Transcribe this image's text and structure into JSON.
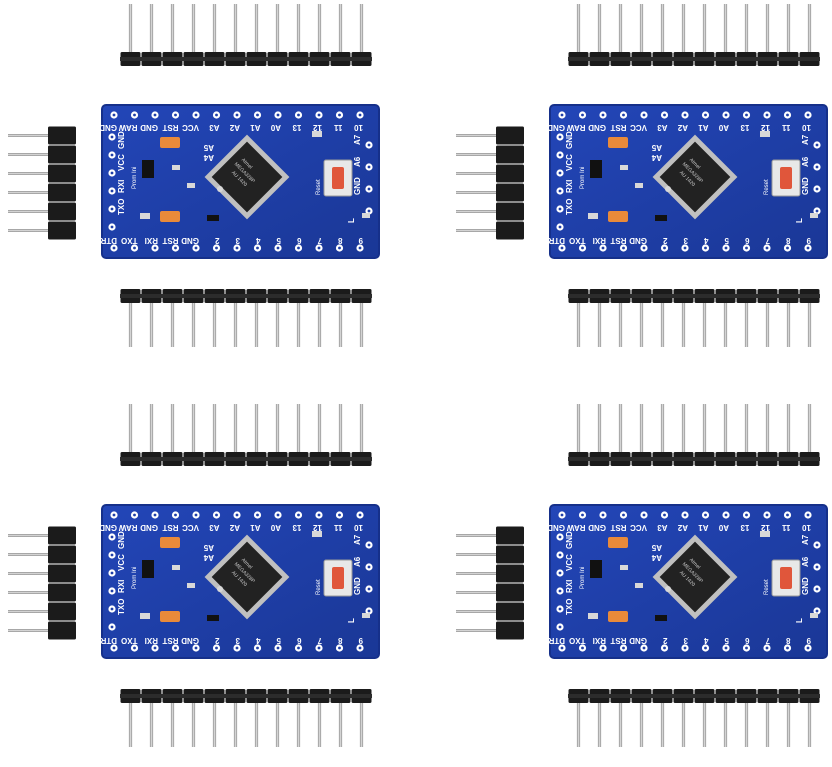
{
  "image": {
    "title": "Arduino Pro Mini boards with pin headers",
    "board_count": 4,
    "board_labels": {
      "top_row": [
        "GND",
        "RAW",
        "GND",
        "RST",
        "VCC",
        "A3",
        "A2",
        "A1",
        "A0",
        "13",
        "12",
        "11",
        "10"
      ],
      "bottom_row": [
        "DTR",
        "TXO",
        "RXI",
        "RST",
        "GND",
        "2",
        "3",
        "4",
        "5",
        "6",
        "7",
        "8",
        "9"
      ],
      "left_col": [
        "GND",
        "VCC",
        "RXI",
        "TXO"
      ],
      "inner": [
        "A5",
        "A4",
        "A6",
        "A7",
        "Reset",
        "Prom Ini",
        "GND",
        "L"
      ],
      "chip": [
        "Atmel",
        "MEGA328P",
        "AU 1420"
      ]
    },
    "colors": {
      "pcb": "#1f3fa8",
      "pcb_edge": "#16308a",
      "header_plastic": "#1b1b1b",
      "pin_metal": "#b9b9b9",
      "pad": "#ffffff",
      "chip": "#222222",
      "capacitor": "#e98a3a",
      "reset_button": "#e0563b"
    }
  }
}
